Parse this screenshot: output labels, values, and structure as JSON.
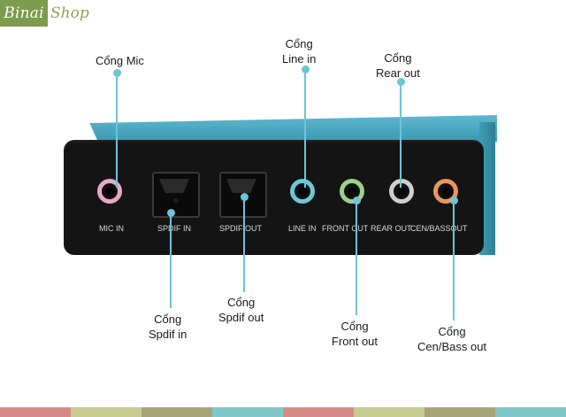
{
  "logo": {
    "part1": "Binai",
    "part2": "Shop"
  },
  "ports": {
    "mic": "MIC IN",
    "spdif_in": "SPDIF IN",
    "spdif_out": "SPDIF OUT",
    "line_in": "LINE IN",
    "front_out": "FRONT OUT",
    "rear_out": "REAR OUT",
    "cen_bass_out": "CEN/BASSOUT"
  },
  "callouts": {
    "mic": [
      "Cổng Mic"
    ],
    "line_in": [
      "Cổng",
      "Line in"
    ],
    "rear_out": [
      "Cổng",
      "Rear out"
    ],
    "spdif_in": [
      "Cổng",
      "Spdif in"
    ],
    "spdif_out": [
      "Cổng",
      "Spdif out"
    ],
    "front_out": [
      "Cổng",
      "Front out"
    ],
    "cen_bass_out": [
      "Cổng",
      "Cen/Bass out"
    ]
  },
  "colors": {
    "accent": "#6ec3d6",
    "device_body": "#3a9ab2",
    "footer_strip": [
      "#d98a87",
      "#c7cb8f",
      "#a9a37a",
      "#7fc7c9",
      "#d98a87",
      "#c7cb8f",
      "#a9a37a",
      "#7fc7c9"
    ]
  }
}
